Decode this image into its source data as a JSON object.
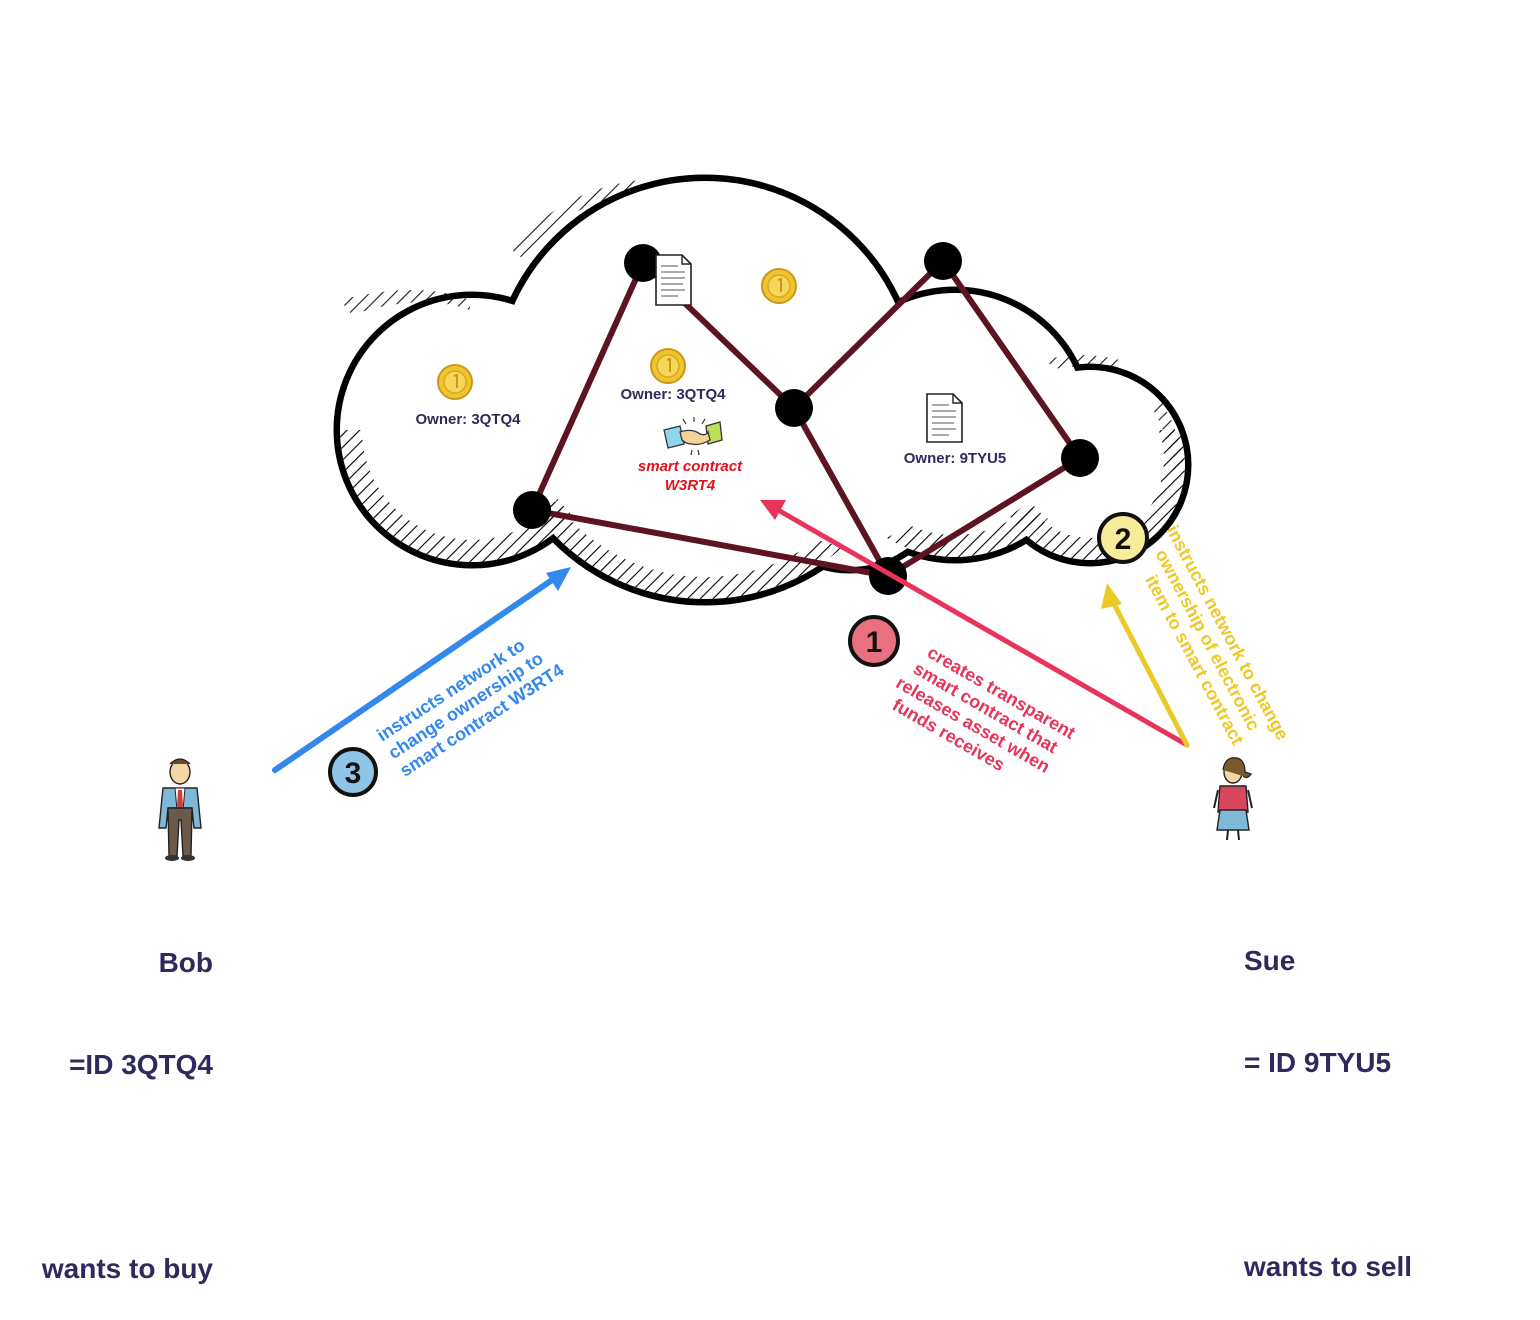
{
  "colors": {
    "cloud_stroke": "#000000",
    "link": "#5c1422",
    "node": "#000000",
    "owner_text": "#2f2a5e",
    "contract_text": "#e8101c",
    "step1": "#e8345a",
    "step2": "#ecc927",
    "step3": "#3388ee",
    "coin": "#f1c232"
  },
  "icons": {
    "coin": "gold-coin-icon",
    "document": "document-icon",
    "handshake": "handshake-icon",
    "bob": "businessman-icon",
    "sue": "businesswoman-icon"
  },
  "owners": {
    "left_coin": "Owner: 3QTQ4",
    "center_coin": "Owner: 3QTQ4",
    "right_doc": "Owner: 9TYU5"
  },
  "contract": {
    "line1": "smart contract",
    "line2": "W3RT4"
  },
  "steps": {
    "step1": {
      "number": "1",
      "lines": [
        "creates transparent",
        "smart contract that",
        "releases asset when",
        "funds receives"
      ]
    },
    "step2": {
      "number": "2",
      "lines": [
        "instructs network to change",
        "ownership of  electronic",
        "item to smart contract"
      ]
    },
    "step3": {
      "number": "3",
      "lines": [
        "instructs network to",
        "change ownership to",
        "smart contract W3RT4"
      ]
    }
  },
  "bob": {
    "name": "Bob",
    "id": "=ID 3QTQ4",
    "intent": "wants to buy"
  },
  "sue": {
    "name": "Sue",
    "id": "= ID 9TYU5",
    "intent": "wants to sell"
  }
}
